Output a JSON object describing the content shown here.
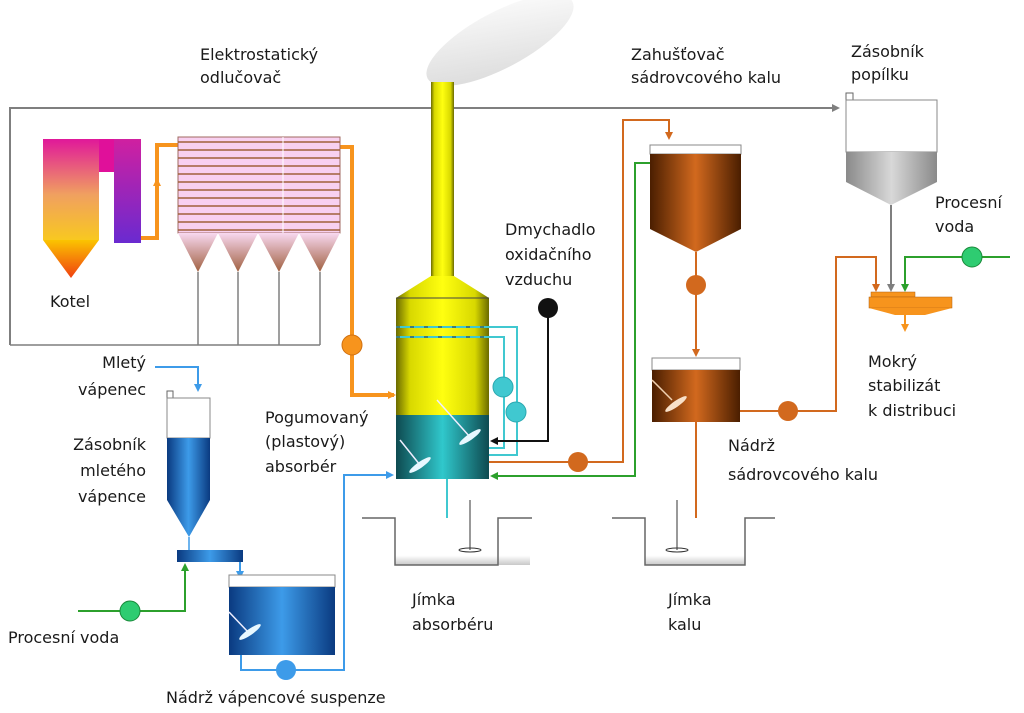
{
  "title": "Schéma mokré vápencové vypírky spalin",
  "labels": {
    "esp": [
      "Elektrostatický",
      "odlučovač"
    ],
    "boiler": [
      "Kotel"
    ],
    "thickener": [
      "Zahušťovač",
      "sádrovcového kalu"
    ],
    "ash_silo": [
      "Zásobník",
      "popílku"
    ],
    "blower": [
      "Dmychadlo",
      "oxidačního",
      "vzduchu"
    ],
    "process_water_right": [
      "Procesní",
      "voda"
    ],
    "limestone_in": [
      "Mletý",
      "vápenec"
    ],
    "absorber": [
      "Pogumovaný",
      "(plastový)",
      "absorbér"
    ],
    "limestone_silo": [
      "Zásobník",
      "mletého",
      "vápence"
    ],
    "product": [
      "Mokrý",
      "stabilizát",
      "k distribuci"
    ],
    "gypsum_tank": [
      "Nádrž",
      "sádrovcového kalu"
    ],
    "process_water_left": [
      "Procesní voda"
    ],
    "absorber_sump": [
      "Jímka",
      "absorbéru"
    ],
    "sludge_sump": [
      "Jímka",
      "kalu"
    ],
    "slurry_tank": [
      "Nádrž vápencové suspenze"
    ]
  },
  "colors": {
    "flue_gas": "#f7941d",
    "fly_ash": "#7f7f7f",
    "gypsum": "#d2691e",
    "process_water": "#2ca02c",
    "limestone": "#3d9be9",
    "recirculation": "#40c8d0",
    "oxidation_air": "#111111",
    "absorber_body": "#f2f200",
    "absorber_liquid": "#2bbfc4"
  }
}
